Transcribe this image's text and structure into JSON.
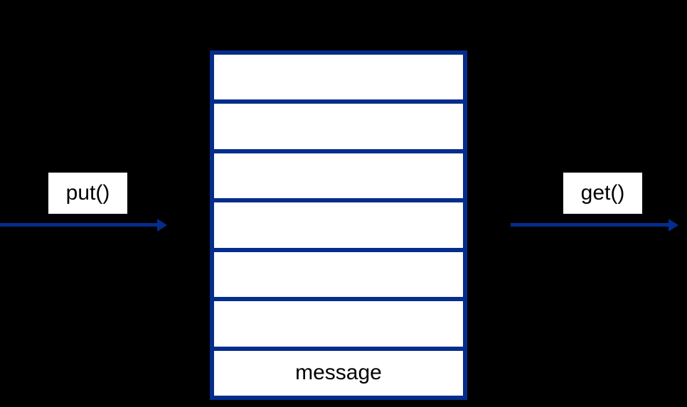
{
  "diagram": {
    "title": "message-queue-diagram",
    "colors": {
      "background": "#000000",
      "accent_blue": "#042d8c",
      "cell_fill": "#ffffff",
      "text": "#000000",
      "label_box_fill": "#ffffff"
    },
    "labels": {
      "put": "put()",
      "get": "get()"
    },
    "queue": {
      "slot_count": 7,
      "cells": [
        "",
        "",
        "",
        "",
        "",
        "",
        "message"
      ]
    },
    "arrows": [
      {
        "name": "put-arrow",
        "direction": "right",
        "color": "#042d8c"
      },
      {
        "name": "get-arrow",
        "direction": "right",
        "color": "#042d8c"
      }
    ]
  }
}
